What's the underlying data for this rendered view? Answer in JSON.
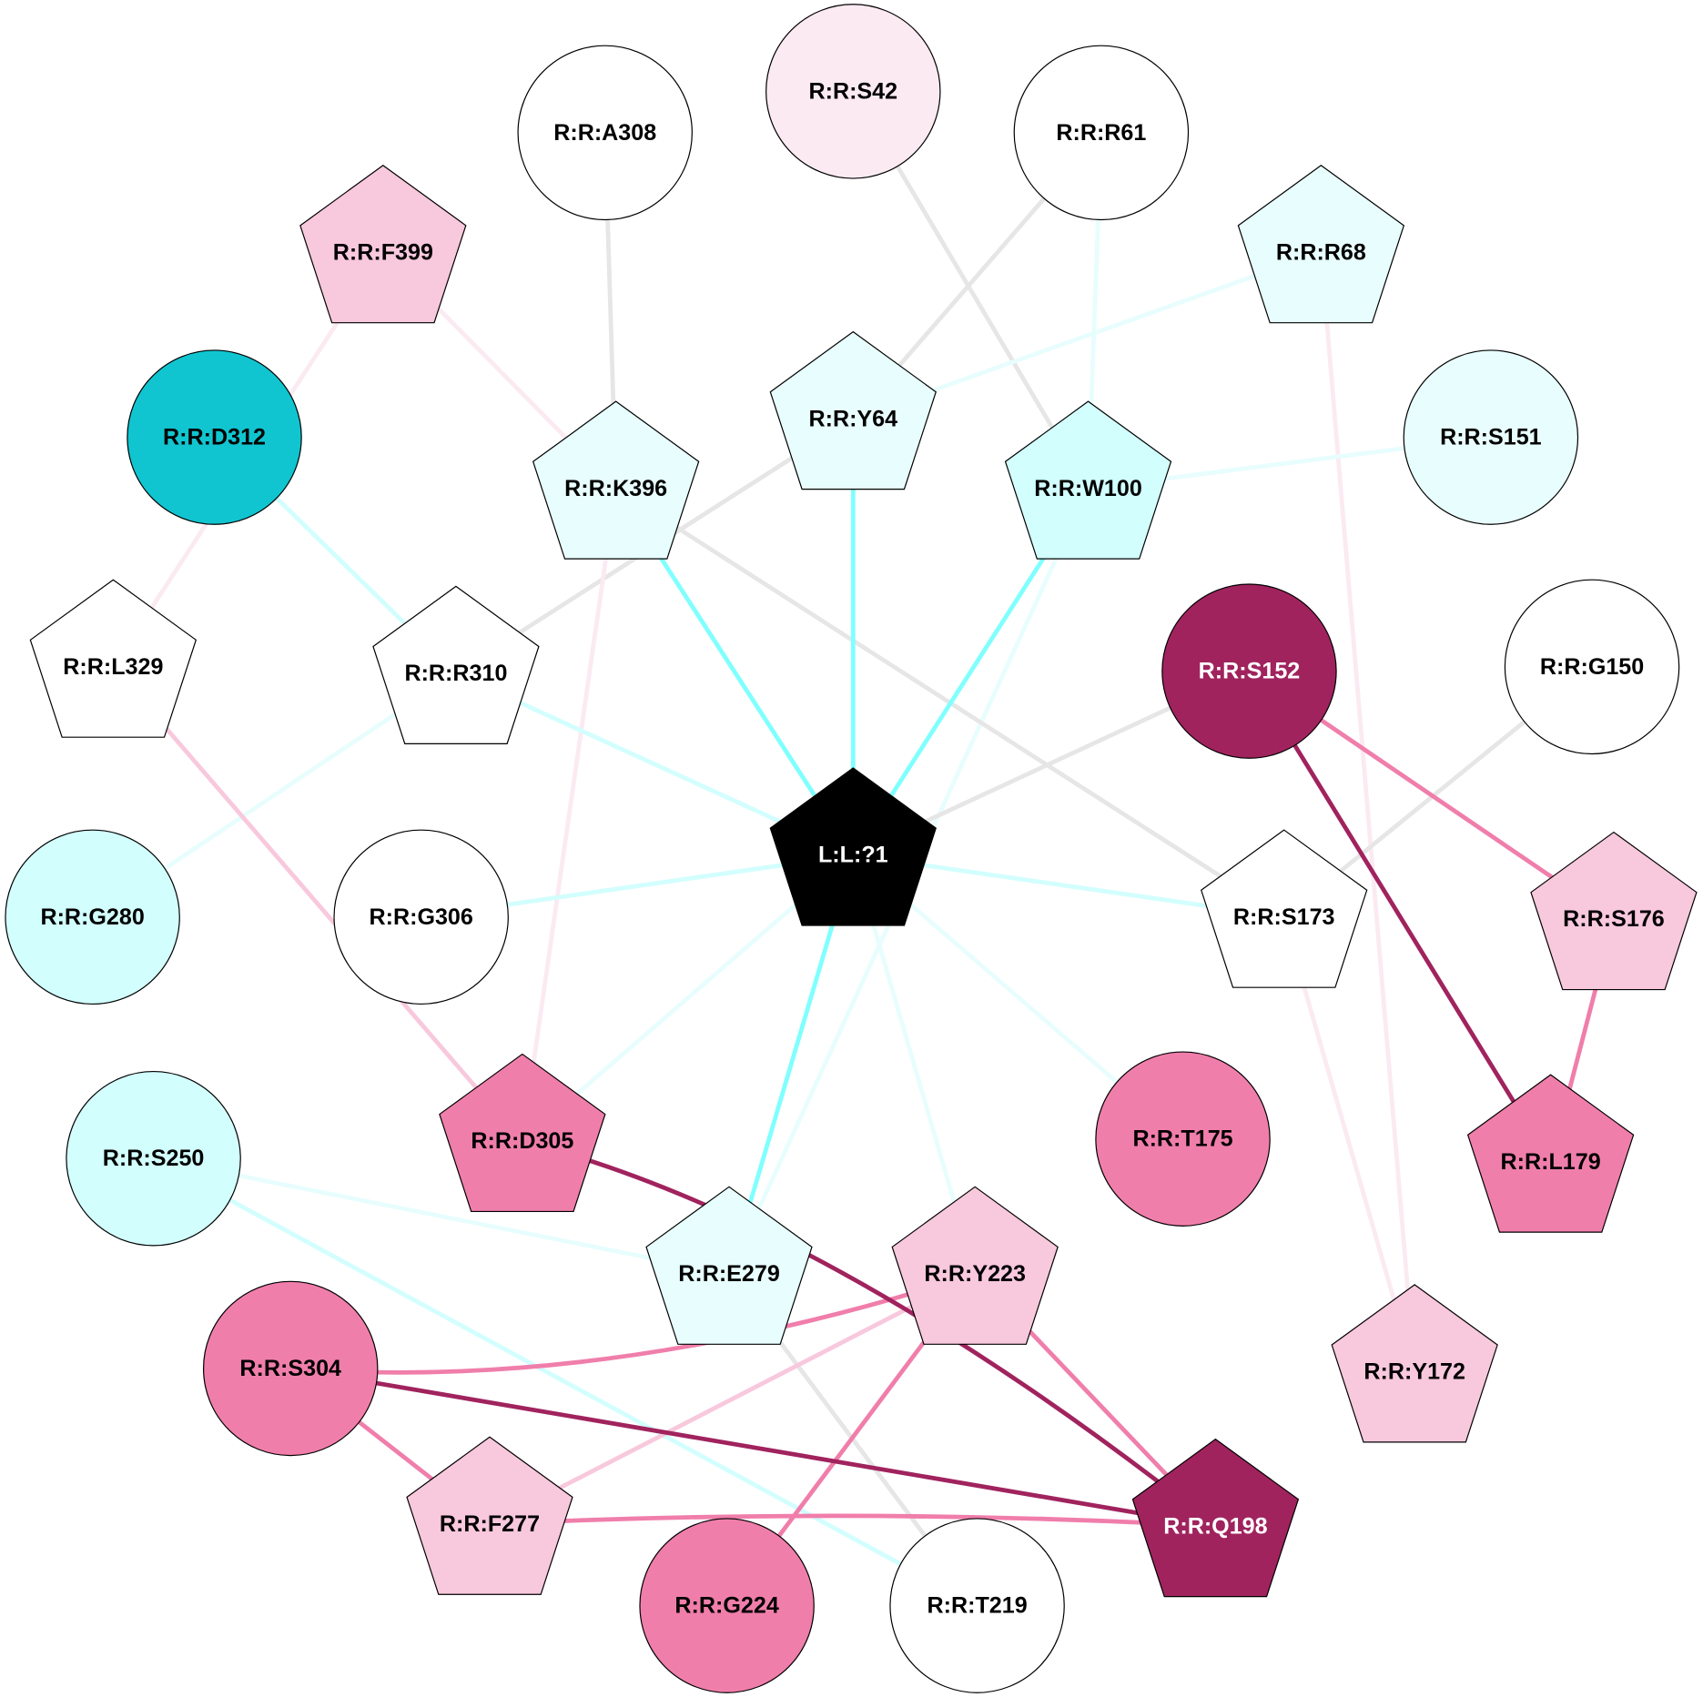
{
  "diagram": {
    "type": "interaction-network",
    "center_node": "L:L:?1",
    "nodes": [
      {
        "id": "R:R:A308",
        "shape": "circle",
        "fill": "#ffffff",
        "text": "#000000"
      },
      {
        "id": "R:R:S42",
        "shape": "circle",
        "fill": "#fbeaf2",
        "text": "#000000"
      },
      {
        "id": "R:R:R61",
        "shape": "circle",
        "fill": "#ffffff",
        "text": "#000000"
      },
      {
        "id": "R:R:F399",
        "shape": "pentagon",
        "fill": "#f8c8dc",
        "text": "#000000"
      },
      {
        "id": "R:R:R68",
        "shape": "pentagon",
        "fill": "#e8fdfd",
        "text": "#000000"
      },
      {
        "id": "R:R:D312",
        "shape": "circle",
        "fill": "#10c5d0",
        "text": "#000000"
      },
      {
        "id": "R:R:K396",
        "shape": "pentagon",
        "fill": "#e8fdfd",
        "text": "#000000"
      },
      {
        "id": "R:R:Y64",
        "shape": "pentagon",
        "fill": "#e8fdfd",
        "text": "#000000"
      },
      {
        "id": "R:R:W100",
        "shape": "pentagon",
        "fill": "#d2fefe",
        "text": "#000000"
      },
      {
        "id": "R:R:S151",
        "shape": "circle",
        "fill": "#e8fdfd",
        "text": "#000000"
      },
      {
        "id": "R:R:L329",
        "shape": "pentagon",
        "fill": "#ffffff",
        "text": "#000000"
      },
      {
        "id": "R:R:R310",
        "shape": "pentagon",
        "fill": "#ffffff",
        "text": "#000000"
      },
      {
        "id": "R:R:S152",
        "shape": "circle",
        "fill": "#a0235e",
        "text": "#ffffff"
      },
      {
        "id": "R:R:G150",
        "shape": "circle",
        "fill": "#ffffff",
        "text": "#000000"
      },
      {
        "id": "L:L:?1",
        "shape": "pentagon",
        "fill": "#000000",
        "text": "#ffffff"
      },
      {
        "id": "R:R:G280",
        "shape": "circle",
        "fill": "#d2fefe",
        "text": "#000000"
      },
      {
        "id": "R:R:G306",
        "shape": "circle",
        "fill": "#ffffff",
        "text": "#000000"
      },
      {
        "id": "R:R:S173",
        "shape": "pentagon",
        "fill": "#ffffff",
        "text": "#000000"
      },
      {
        "id": "R:R:S176",
        "shape": "pentagon",
        "fill": "#f8c8dc",
        "text": "#000000"
      },
      {
        "id": "R:R:D305",
        "shape": "pentagon",
        "fill": "#f07eab",
        "text": "#000000"
      },
      {
        "id": "R:R:T175",
        "shape": "circle",
        "fill": "#f07eab",
        "text": "#000000"
      },
      {
        "id": "R:R:L179",
        "shape": "pentagon",
        "fill": "#f07eab",
        "text": "#000000"
      },
      {
        "id": "R:R:S250",
        "shape": "circle",
        "fill": "#d2fefe",
        "text": "#000000"
      },
      {
        "id": "R:R:E279",
        "shape": "pentagon",
        "fill": "#e8fdfd",
        "text": "#000000"
      },
      {
        "id": "R:R:Y223",
        "shape": "pentagon",
        "fill": "#f8c8dc",
        "text": "#000000"
      },
      {
        "id": "R:R:Y172",
        "shape": "pentagon",
        "fill": "#f8c8dc",
        "text": "#000000"
      },
      {
        "id": "R:R:S304",
        "shape": "circle",
        "fill": "#f07eab",
        "text": "#000000"
      },
      {
        "id": "R:R:F277",
        "shape": "pentagon",
        "fill": "#f8c8dc",
        "text": "#000000"
      },
      {
        "id": "R:R:Q198",
        "shape": "pentagon",
        "fill": "#a0235e",
        "text": "#ffffff"
      },
      {
        "id": "R:R:G224",
        "shape": "circle",
        "fill": "#f07eab",
        "text": "#000000"
      },
      {
        "id": "R:R:T219",
        "shape": "circle",
        "fill": "#ffffff",
        "text": "#000000"
      }
    ],
    "edges": [
      {
        "from": "R:R:A308",
        "to": "R:R:K396",
        "color": "#e6e6e6"
      },
      {
        "from": "R:R:S42",
        "to": "R:R:W100",
        "color": "#e6e6e6"
      },
      {
        "from": "R:R:R61",
        "to": "R:R:Y64",
        "color": "#e6e6e6"
      },
      {
        "from": "R:R:R61",
        "to": "R:R:W100",
        "color": "#e8fdfd"
      },
      {
        "from": "R:R:R68",
        "to": "R:R:Y64",
        "color": "#e8fdfd"
      },
      {
        "from": "R:R:R68",
        "to": "R:R:Y172",
        "color": "#fbeaf2"
      },
      {
        "from": "R:R:F399",
        "to": "R:R:K396",
        "color": "#fbeaf2"
      },
      {
        "from": "R:R:F399",
        "to": "R:R:L329",
        "color": "#fbeaf2"
      },
      {
        "from": "R:R:D312",
        "to": "R:R:R310",
        "color": "#d2fefe"
      },
      {
        "from": "R:R:Y64",
        "to": "R:R:R310",
        "color": "#e6e6e6"
      },
      {
        "from": "R:R:W100",
        "to": "R:R:S151",
        "color": "#e8fdfd"
      },
      {
        "from": "R:R:W100",
        "to": "R:R:E279",
        "color": "#e8fdfd"
      },
      {
        "from": "R:R:K396",
        "to": "R:R:D305",
        "color": "#fbeaf2"
      },
      {
        "from": "R:R:K396",
        "to": "R:R:S173",
        "color": "#e6e6e6"
      },
      {
        "from": "R:R:R310",
        "to": "L:L:?1",
        "color": "#d2fefe"
      },
      {
        "from": "R:R:R310",
        "to": "R:R:G280",
        "color": "#e8fdfd"
      },
      {
        "from": "R:R:L329",
        "to": "R:R:D305",
        "color": "#f8c8dc"
      },
      {
        "from": "R:R:S152",
        "to": "L:L:?1",
        "color": "#e6e6e6"
      },
      {
        "from": "R:R:G150",
        "to": "R:R:S173",
        "color": "#e6e6e6"
      },
      {
        "from": "L:L:?1",
        "to": "R:R:G306",
        "color": "#d2fefe"
      },
      {
        "from": "L:L:?1",
        "to": "R:R:S173",
        "color": "#d2fefe"
      },
      {
        "from": "L:L:?1",
        "to": "R:R:D305",
        "color": "#e8fdfd"
      },
      {
        "from": "L:L:?1",
        "to": "R:R:T175",
        "color": "#e8fdfd"
      },
      {
        "from": "L:L:?1",
        "to": "R:R:Y223",
        "color": "#e8fdfd"
      },
      {
        "from": "R:R:S173",
        "to": "R:R:Y172",
        "color": "#fbeaf2"
      },
      {
        "from": "R:R:S250",
        "to": "R:R:E279",
        "color": "#e8fdfd"
      },
      {
        "from": "R:R:S250",
        "to": "R:R:T219",
        "color": "#d2fefe"
      },
      {
        "from": "R:R:E279",
        "to": "R:R:T219",
        "color": "#e6e6e6"
      },
      {
        "from": "R:R:Y223",
        "to": "R:R:F277",
        "color": "#f8c8dc"
      },
      {
        "from": "R:R:Y64",
        "to": "L:L:?1",
        "color": "#80ffff"
      },
      {
        "from": "R:R:K396",
        "to": "L:L:?1",
        "color": "#80ffff"
      },
      {
        "from": "R:R:W100",
        "to": "L:L:?1",
        "color": "#80ffff"
      },
      {
        "from": "L:L:?1",
        "to": "R:R:E279",
        "color": "#80ffff"
      },
      {
        "from": "R:R:S152",
        "to": "R:R:S176",
        "color": "#f07eab"
      },
      {
        "from": "R:R:S176",
        "to": "R:R:L179",
        "color": "#f07eab"
      },
      {
        "from": "R:R:Y223",
        "to": "R:R:S304",
        "color": "#f07eab"
      },
      {
        "from": "R:R:Y223",
        "to": "R:R:G224",
        "color": "#f07eab"
      },
      {
        "from": "R:R:Y223",
        "to": "R:R:Q198",
        "color": "#f07eab"
      },
      {
        "from": "R:R:S304",
        "to": "R:R:F277",
        "color": "#f07eab"
      },
      {
        "from": "R:R:F277",
        "to": "R:R:Q198",
        "color": "#f07eab"
      },
      {
        "from": "R:R:S152",
        "to": "R:R:L179",
        "color": "#a0235e"
      },
      {
        "from": "R:R:D305",
        "to": "R:R:Q198",
        "color": "#a0235e"
      },
      {
        "from": "R:R:S304",
        "to": "R:R:Q198",
        "color": "#a0235e"
      }
    ]
  }
}
